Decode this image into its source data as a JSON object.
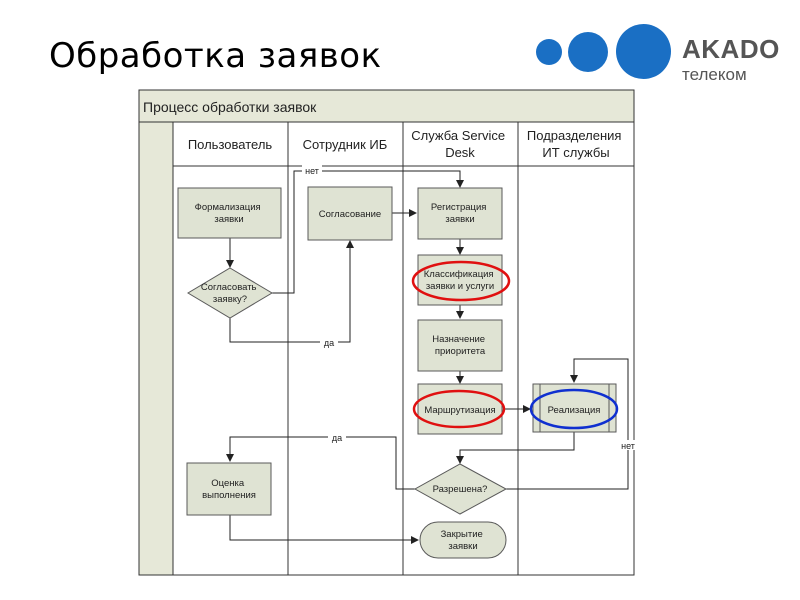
{
  "slide": {
    "title": "Обработка заявок",
    "logo": {
      "brand": "AKADO",
      "subtitle": "телеком",
      "color": "#1a6fc4"
    }
  },
  "diagram": {
    "title": "Процесс обработки заявок",
    "lanes": [
      {
        "label_lines": [
          "Пользователь"
        ]
      },
      {
        "label_lines": [
          "Сотрудник ИБ"
        ]
      },
      {
        "label_lines": [
          "Служба Service",
          "Desk"
        ]
      },
      {
        "label_lines": [
          "Подразделения",
          "ИТ службы"
        ]
      }
    ],
    "nodes": {
      "formalize": {
        "lines": [
          "Формализация",
          "заявки"
        ]
      },
      "approve_q": {
        "lines": [
          "Согласовать",
          "заявку?"
        ]
      },
      "approval": {
        "lines": [
          "Согласование"
        ]
      },
      "registration": {
        "lines": [
          "Регистрация",
          "заявки"
        ]
      },
      "classification": {
        "lines": [
          "Классификация",
          "заявки и услуги"
        ]
      },
      "priority": {
        "lines": [
          "Назначение",
          "приоритета"
        ]
      },
      "routing": {
        "lines": [
          "Маршрутизация"
        ]
      },
      "realization": {
        "lines": [
          "Реализация"
        ]
      },
      "assessment": {
        "lines": [
          "Оценка",
          "выполнения"
        ]
      },
      "resolved_q": {
        "lines": [
          "Разрешена?"
        ]
      },
      "closing": {
        "lines": [
          "Закрытие",
          "заявки"
        ]
      }
    },
    "edge_labels": {
      "no_top": "нет",
      "yes_left": "да",
      "yes_bottom": "да",
      "no_right": "нет"
    },
    "colors": {
      "box_fill": "#dfe3d3",
      "box_border": "#5a5a5a",
      "header_fill": "#e6e8d8",
      "highlight_red": "#e01010",
      "highlight_blue": "#1030d0"
    }
  }
}
